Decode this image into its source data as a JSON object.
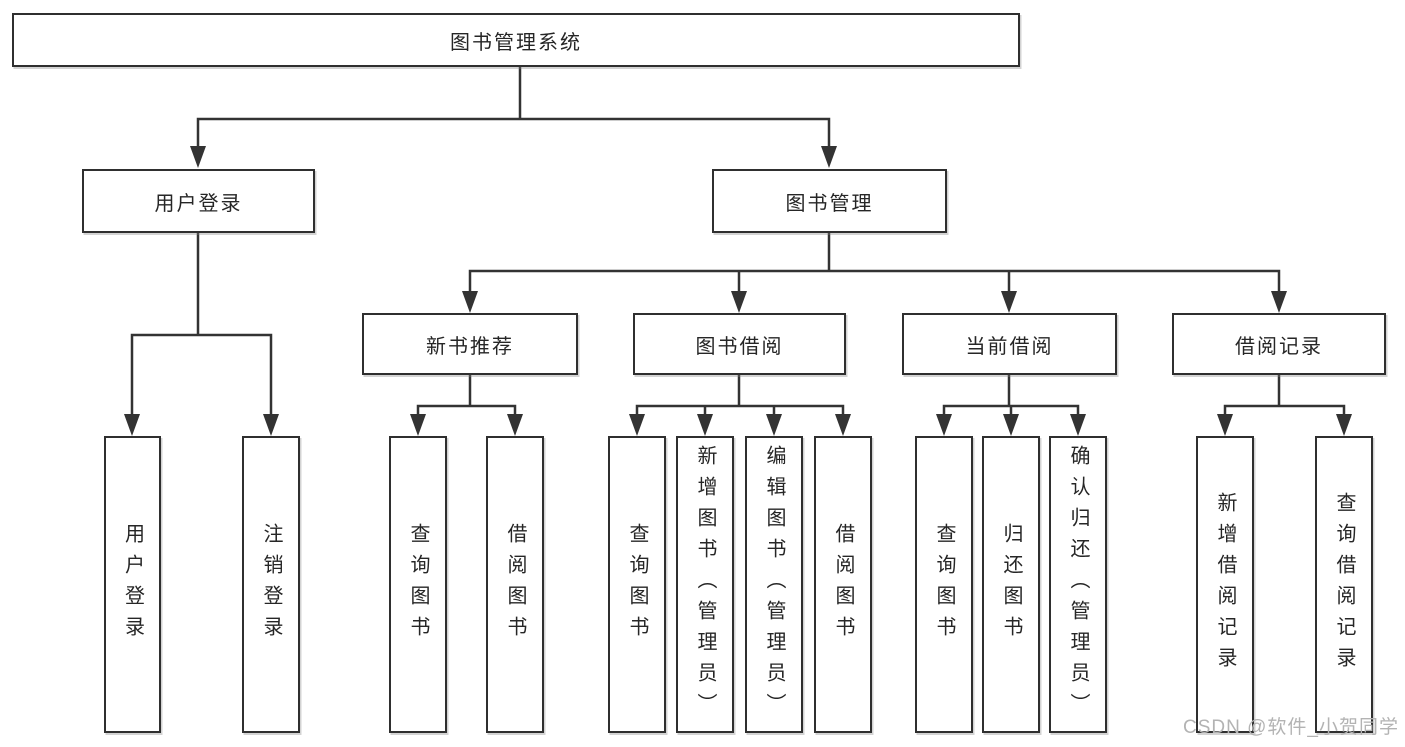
{
  "tree": {
    "root": "图书管理系统",
    "children": [
      {
        "label": "用户登录",
        "children": [
          "用户登录",
          "注销登录"
        ]
      },
      {
        "label": "图书管理",
        "children": [
          {
            "label": "新书推荐",
            "children": [
              "查询图书",
              "借阅图书"
            ]
          },
          {
            "label": "图书借阅",
            "children": [
              "查询图书",
              "新增图书（管理员）",
              "编辑图书（管理员）",
              "借阅图书"
            ]
          },
          {
            "label": "当前借阅",
            "children": [
              "查询图书",
              "归还图书",
              "确认归还（管理员）"
            ]
          },
          {
            "label": "借阅记录",
            "children": [
              "新增借阅记录",
              "查询借阅记录"
            ]
          }
        ]
      }
    ]
  },
  "watermark": "CSDN @软件_小贺同学",
  "colors": {
    "line": "#333333",
    "box_border": "#2f2f2f",
    "text": "#262626",
    "background": "#ffffff",
    "watermark": "#b3b3b3"
  }
}
